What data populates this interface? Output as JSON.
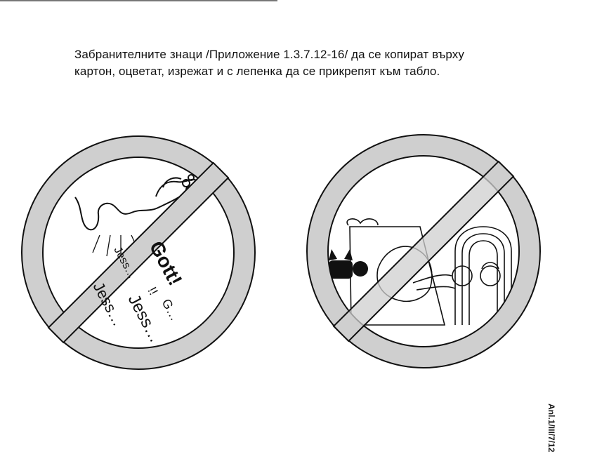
{
  "instructions": {
    "line1": "Забранителните знаци /Приложение 1.3.7.12-16/ да се копират върху",
    "line2": "картон, оцветат, изрежат и с лепенка да се прикрепят към табло."
  },
  "sign_left": {
    "words": [
      "Gott!",
      "Jess…",
      "!!",
      "G…",
      "Jess…",
      "Jess…"
    ]
  },
  "side_code": "Anl.1/III/7/12",
  "colors": {
    "sign_ring": "#cfcfcf",
    "ink": "#111111"
  }
}
